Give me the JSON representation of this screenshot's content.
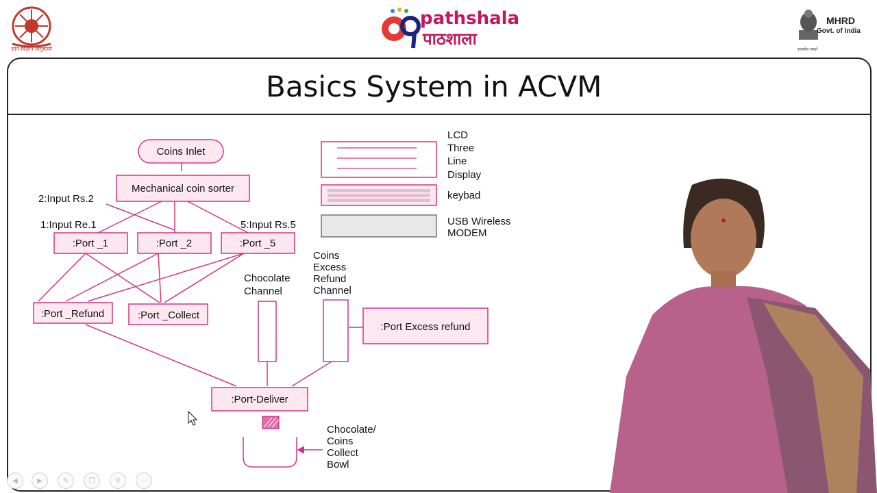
{
  "header": {
    "left_logo_caption": "ज्ञान-विज्ञान विमुक्तये",
    "brand_en": "pathshala",
    "brand_hi": "पाठशाला",
    "brand_prefix": "e",
    "mhrd_title": "MHRD",
    "mhrd_sub": "Govt. of India",
    "mhrd_motto": "सत्यमेव जयते"
  },
  "slide": {
    "title": "Basics System in ACVM"
  },
  "diagram": {
    "coins_inlet": "Coins Inlet",
    "coin_sorter": "Mechanical coin sorter",
    "input_rs2": "2:Input Rs.2",
    "input_re1": "1:Input Re.1",
    "input_rs5": "5:Input Rs.5",
    "port1": ":Port _1",
    "port2": ":Port _2",
    "port5": ":Port _5",
    "port_refund": ":Port _Refund",
    "port_collect": ":Port _Collect",
    "chocolate_channel_1": "Chocolate",
    "chocolate_channel_2": "Channel",
    "coins_excess_1": "Coins",
    "coins_excess_2": "Excess",
    "coins_excess_3": "Refund",
    "coins_excess_4": "Channel",
    "port_excess_refund": ":Port Excess refund",
    "port_deliver": ":Port-Deliver",
    "bowl_1": "Chocolate/",
    "bowl_2": "Coins",
    "bowl_3": "Collect",
    "bowl_4": "Bowl",
    "lcd_1": "LCD",
    "lcd_2": "Three",
    "lcd_3": "Line",
    "lcd_4": "Display",
    "keypad": "keybad",
    "modem_1": "USB Wireless",
    "modem_2": "MODEM"
  },
  "colors": {
    "accent": "#c2185b",
    "line": "#d63384",
    "box_fill": "#fde8f2",
    "box_border": "#d63384"
  },
  "player_controls": [
    "back-icon",
    "play-icon",
    "edit-icon",
    "copy-icon",
    "zoom-icon",
    "more-icon"
  ]
}
